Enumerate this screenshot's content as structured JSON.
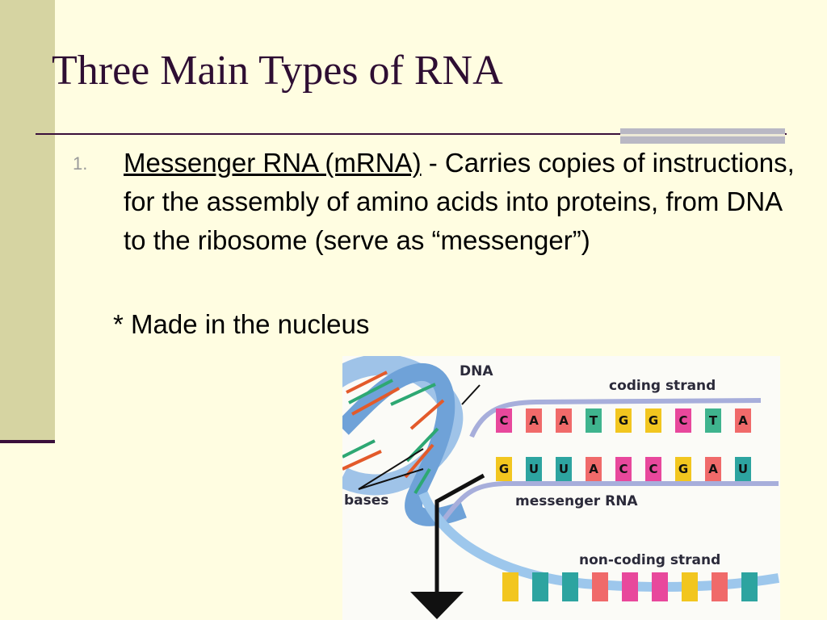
{
  "slide": {
    "title": "Three Main Types of RNA",
    "list_number": "1.",
    "item_term": "Messenger RNA (mRNA)",
    "item_text": " - Carries copies of instructions, for the assembly of amino acids into proteins, from DNA to the ribosome (serve as “messenger”)",
    "note": "*  Made in the nucleus"
  },
  "diagram": {
    "labels": {
      "dna": "DNA",
      "coding": "coding strand",
      "bases": "bases",
      "mrna": "messenger RNA",
      "noncoding": "non-coding strand"
    },
    "coding_bases": [
      {
        "letter": "C",
        "color": "#E8489C"
      },
      {
        "letter": "A",
        "color": "#F06A6A"
      },
      {
        "letter": "A",
        "color": "#F06A6A"
      },
      {
        "letter": "T",
        "color": "#3FB48E"
      },
      {
        "letter": "G",
        "color": "#F2C61F"
      },
      {
        "letter": "G",
        "color": "#F2C61F"
      },
      {
        "letter": "C",
        "color": "#E8489C"
      },
      {
        "letter": "T",
        "color": "#3FB48E"
      },
      {
        "letter": "A",
        "color": "#F06A6A"
      }
    ],
    "mrna_bases": [
      {
        "letter": "G",
        "color": "#F2C61F"
      },
      {
        "letter": "U",
        "color": "#2DA4A0"
      },
      {
        "letter": "U",
        "color": "#2DA4A0"
      },
      {
        "letter": "A",
        "color": "#F06A6A"
      },
      {
        "letter": "C",
        "color": "#E8489C"
      },
      {
        "letter": "C",
        "color": "#E8489C"
      },
      {
        "letter": "G",
        "color": "#F2C61F"
      },
      {
        "letter": "A",
        "color": "#F06A6A"
      },
      {
        "letter": "U",
        "color": "#2DA4A0"
      }
    ],
    "noncoding_colors": [
      "#F2C61F",
      "#2DA4A0",
      "#2DA4A0",
      "#F06A6A",
      "#E8489C",
      "#E8489C",
      "#F2C61F",
      "#F06A6A",
      "#2DA4A0"
    ]
  }
}
